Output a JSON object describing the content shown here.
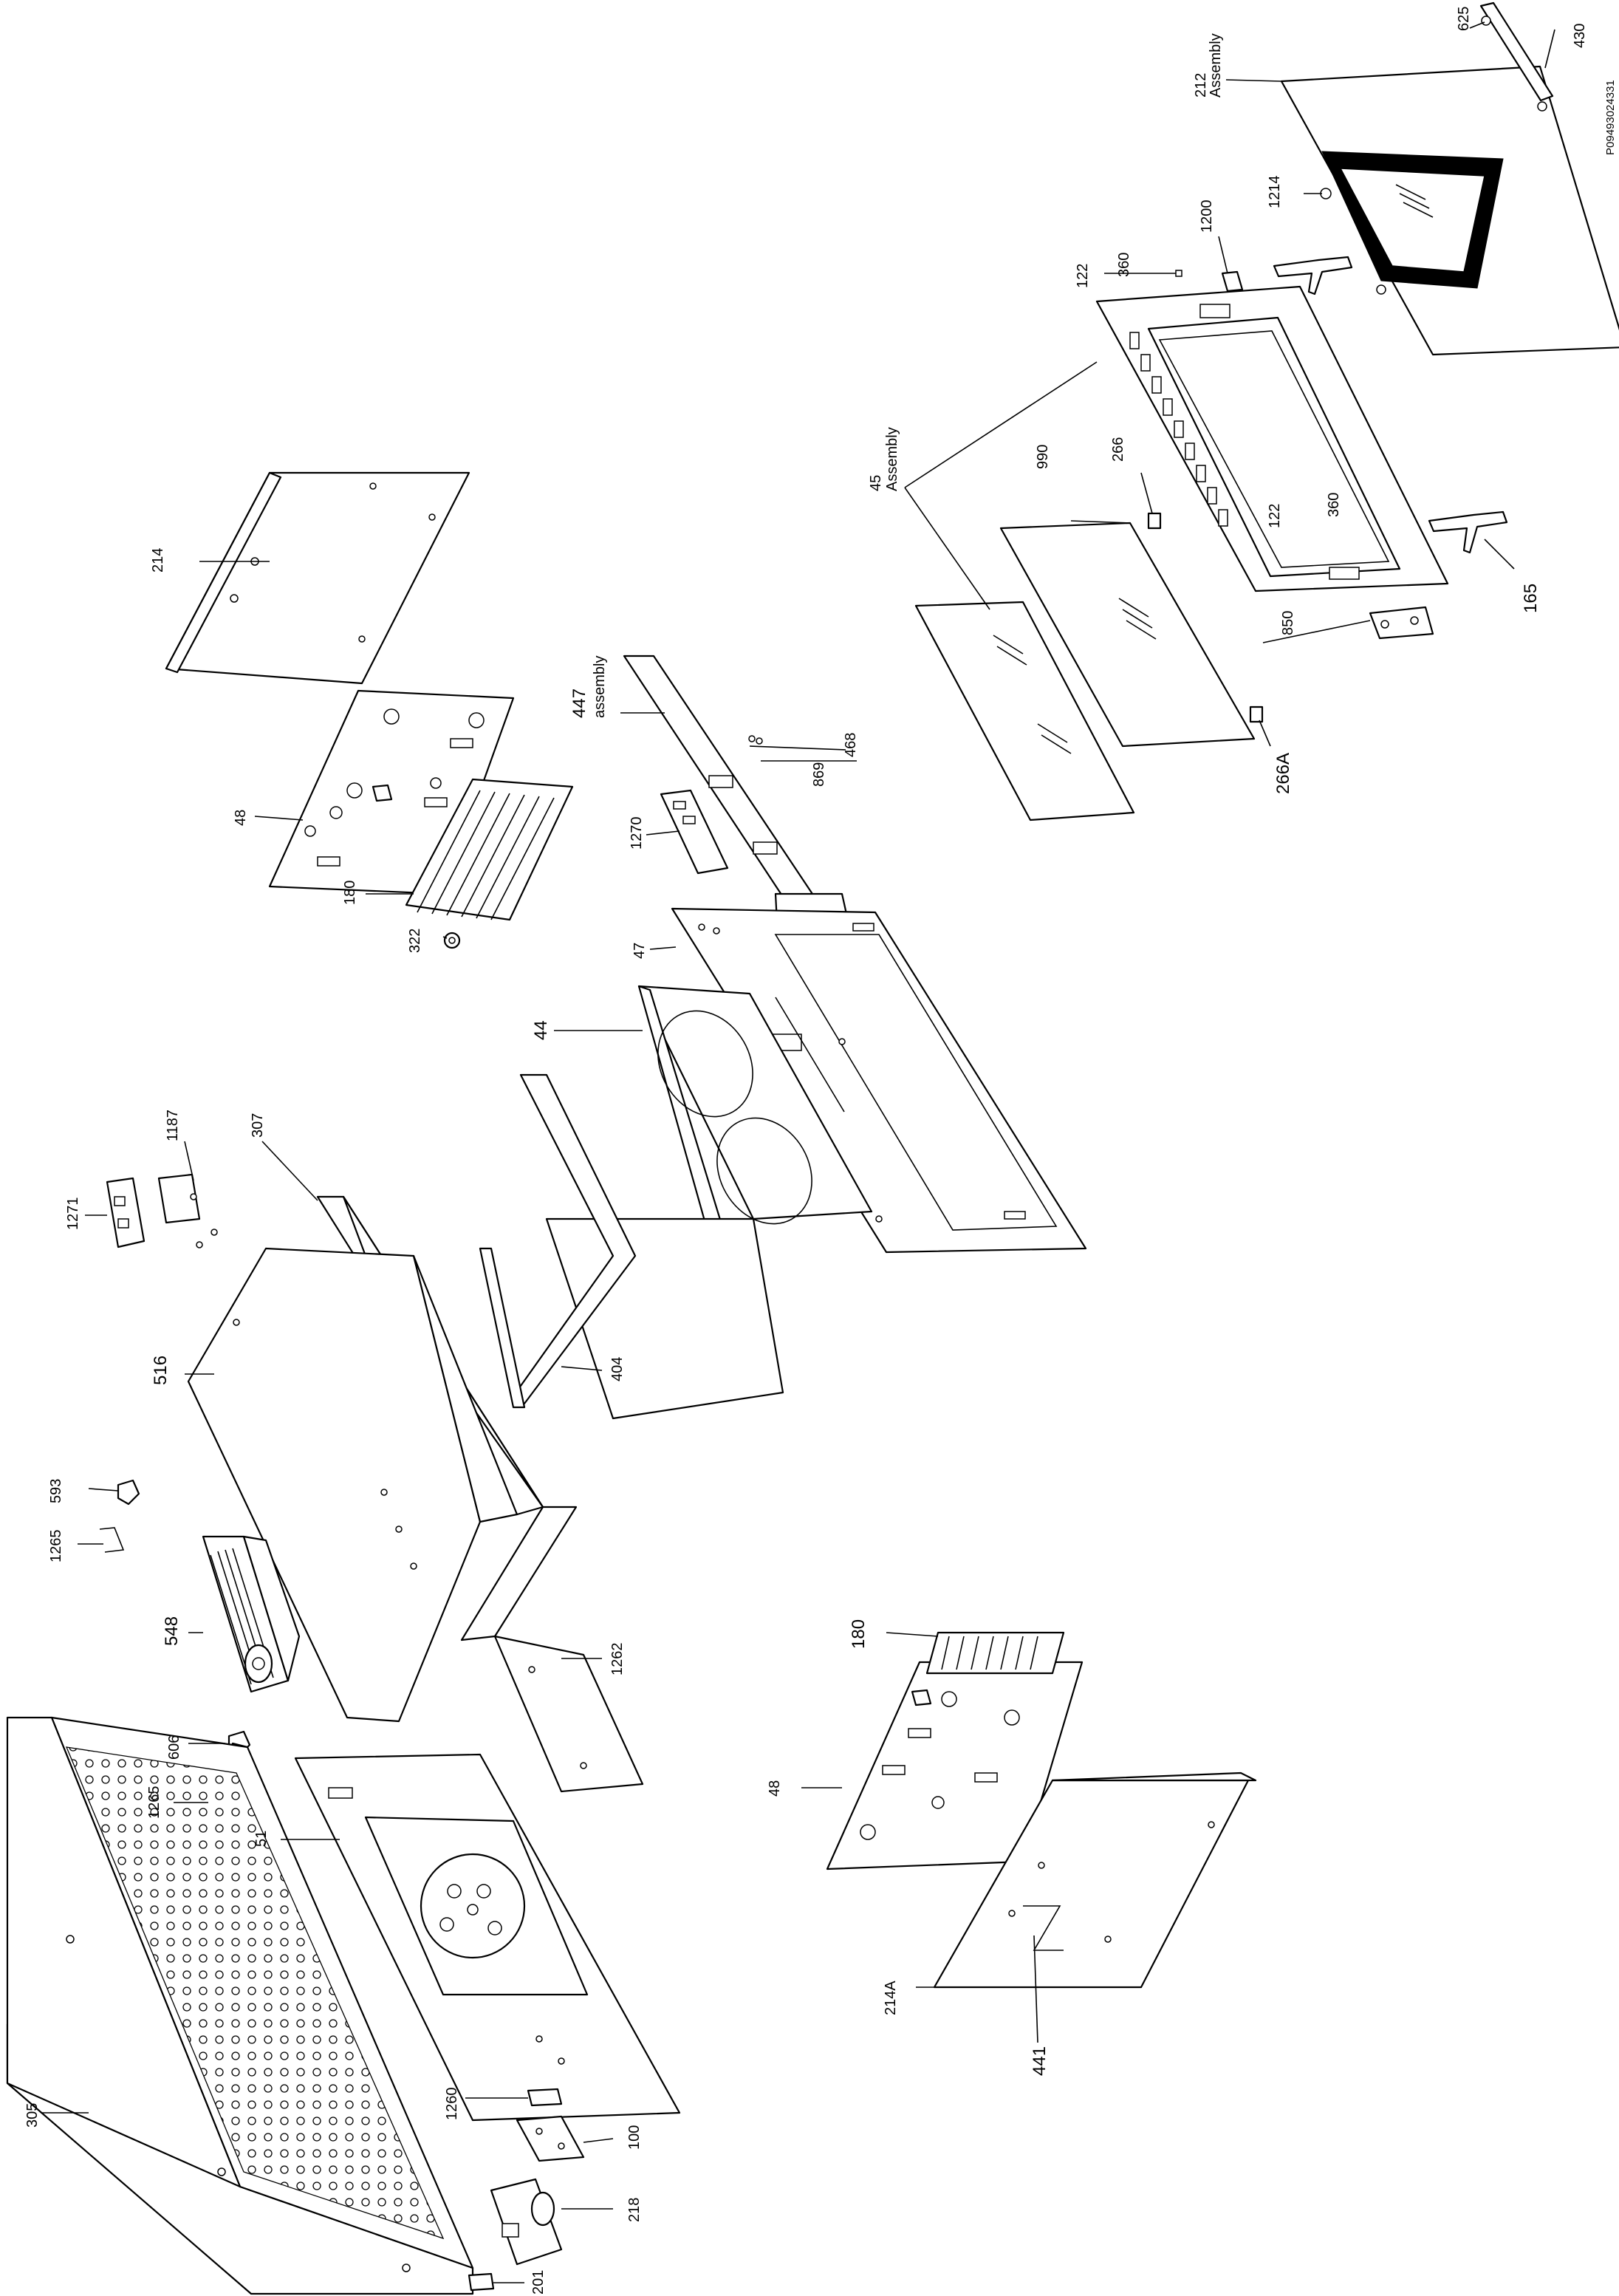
{
  "drawing_code": "P09493024331",
  "callouts": {
    "c625": "625",
    "c430": "430",
    "c212": "212",
    "c212b": "Assembly",
    "c1214": "1214",
    "c1200": "1200",
    "c122a": "122",
    "c360a": "360",
    "c45": "45",
    "c45b": "Assembly",
    "c990": "990",
    "c266": "266",
    "c122b": "122",
    "c360b": "360",
    "c165": "165",
    "c850": "850",
    "c266a": "266A",
    "c214": "214",
    "c447": "447",
    "c447b": "assembly",
    "c468": "468",
    "c869": "869",
    "c48a": "48",
    "c1270": "1270",
    "c180a": "180",
    "c322": "322",
    "c47": "47",
    "c44": "44",
    "c1187": "1187",
    "c1271": "1271",
    "c307": "307",
    "c516": "516",
    "c404": "404",
    "c593": "593",
    "c1265a": "1265",
    "c548": "548",
    "c1262": "1262",
    "c606": "606",
    "c1265b": "1265",
    "c180b": "180",
    "c48b": "48",
    "c51": "51",
    "c214a": "214A",
    "c441": "441",
    "c305": "305",
    "c1260": "1260",
    "c100": "100",
    "c218": "218",
    "c201": "201"
  }
}
